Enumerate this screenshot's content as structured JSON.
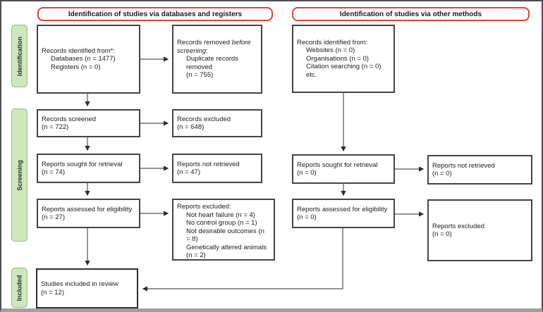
{
  "headers": {
    "databases": "Identification of studies via databases and registers",
    "other_methods": "Identification of studies via other methods"
  },
  "stages": {
    "identification": "Identification",
    "screening": "Screening",
    "included": "Included"
  },
  "boxes": {
    "db_identified": {
      "l1": "Records identified from*:",
      "l2": "Databases (n = 1477)",
      "l3": "Registers (n = 0)"
    },
    "records_removed": {
      "l1a": "Records removed ",
      "l1b": "before",
      "l2a": "screening",
      "l2b": ":",
      "l3": "Duplicate records removed",
      "l4": "(n = 755)"
    },
    "records_screened": {
      "l1": "Records screened",
      "l2": "(n = 722)"
    },
    "records_excluded": {
      "l1": "Records excluded",
      "l2": "(n = 648)"
    },
    "reports_sought_db": {
      "l1": "Reports sought for retrieval",
      "l2": "(n = 74)"
    },
    "reports_not_retrieved_db": {
      "l1": "Reports not retrieved",
      "l2": "(n = 47)"
    },
    "reports_assessed_db": {
      "l1": "Reports assessed for eligibility",
      "l2": "(n = 27)"
    },
    "reports_excluded_reasons": {
      "l1": "Reports excluded:",
      "l2": "Not heart failure (n = 4)",
      "l3": "No control group (n = 1)",
      "l4": "Not desirable outcomes (n = 8)",
      "l5": "Genetically altered animals (n = 2)"
    },
    "studies_included": {
      "l1": "Studies included in review",
      "l2": "(n = 12)"
    },
    "other_identified": {
      "l1": "Records identified from:",
      "l2": "Websites (n = 0)",
      "l3": "Organisations (n = 0)",
      "l4": "Citation searching (n = 0)",
      "l5": "etc."
    },
    "reports_sought_other": {
      "l1": "Reports sought for retrieval",
      "l2": "(n = 0)"
    },
    "reports_not_retrieved_other": {
      "l1": "Reports not retrieved",
      "l2": "(n = 0)"
    },
    "reports_assessed_other": {
      "l1": "Reports assessed for eligibility",
      "l2": "(n = 0)"
    },
    "reports_excluded_other": {
      "l1": "Reports excluded",
      "l2": "(n = 0)"
    }
  },
  "colors": {
    "header_border": "#e0443a",
    "stage_fill": "#cde6bb",
    "stage_border": "#94bd82",
    "box_border": "#454545",
    "arrow_color": "#555555",
    "frame_border": "#4e4e4e",
    "frame_bottom": "#a0a0a0"
  }
}
